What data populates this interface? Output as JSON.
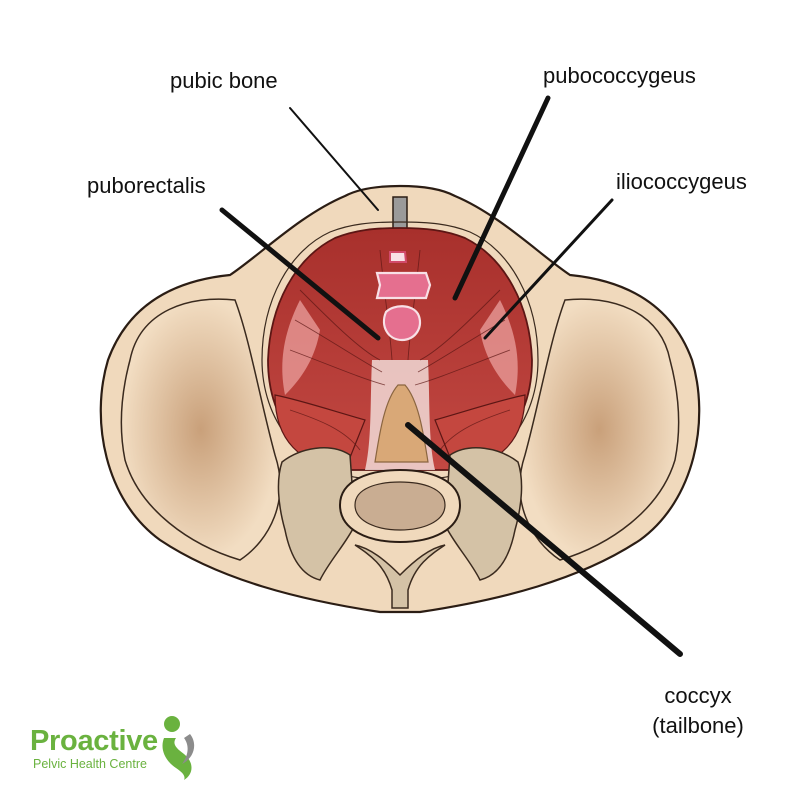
{
  "labels": {
    "pubic_bone": "pubic bone",
    "pubococcygeus": "pubococcygeus",
    "puborectalis": "puborectalis",
    "iliococcygeus": "iliococcygeus",
    "coccyx_line1": "coccyx",
    "coccyx_line2": "(tailbone)"
  },
  "brand": {
    "name": "Proactive",
    "tagline": "Pelvic Health Centre",
    "color": "#6ab23f",
    "icon": "person-swoosh-icon"
  },
  "colors": {
    "bone": "#f0d9bc",
    "bone_shadow": "#dcbf9c",
    "muscle": "#b73a35",
    "muscle_dark": "#8c2422",
    "sacrum": "#cfbca1",
    "coccyx": "#d9a877"
  }
}
